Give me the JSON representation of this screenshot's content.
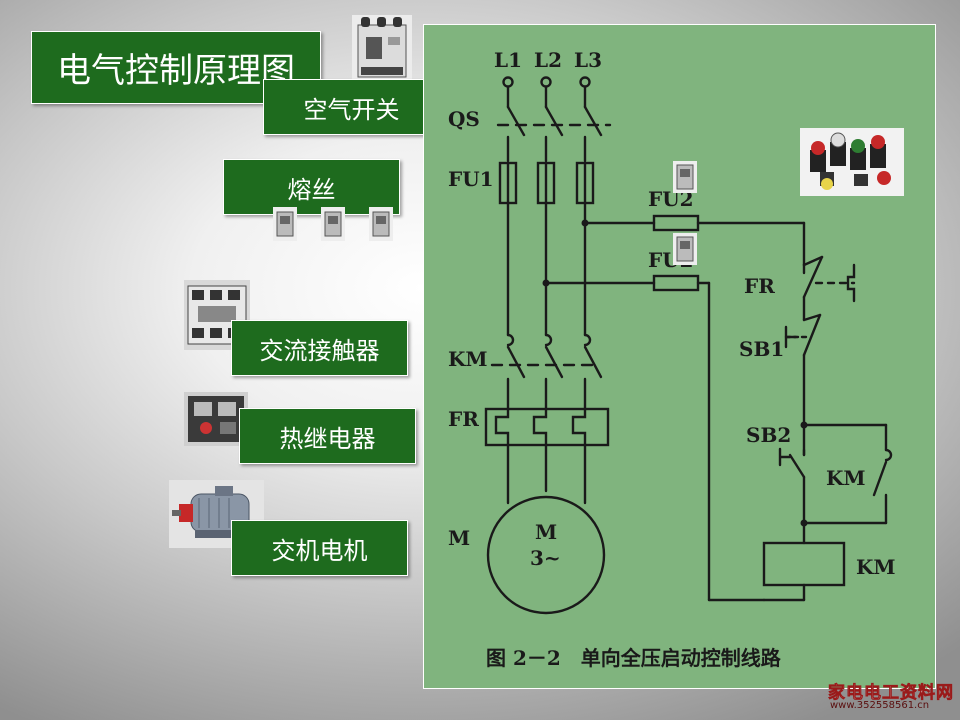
{
  "slide": {
    "title": "电气控制原理图"
  },
  "component_labels": {
    "air_switch": "空气开关",
    "fuse": "熔丝",
    "contactor": "交流接触器",
    "thermal_relay": "热继电器",
    "motor": "交机电机"
  },
  "circuit": {
    "phase_labels": [
      "L1",
      "L2",
      "L3"
    ],
    "qs": "QS",
    "fu1": "FU1",
    "fu2_upper": "FU2",
    "fu2_lower": "FU2",
    "km_main": "KM",
    "fr_main": "FR",
    "motor_label": "M",
    "motor_symbol": "M",
    "motor_phase": "3~",
    "fr_contact": "FR",
    "sb1": "SB1",
    "sb2": "SB2",
    "km_aux": "KM",
    "km_coil": "KM",
    "caption": "图 2－2　单向全压启动控制线路"
  },
  "watermark": {
    "site_name": "家电电工资料网",
    "url": "www.352558561.cn"
  },
  "colors": {
    "label_box": "#1e6b1e",
    "panel": "#80b47e",
    "line": "#1a1a1a"
  }
}
